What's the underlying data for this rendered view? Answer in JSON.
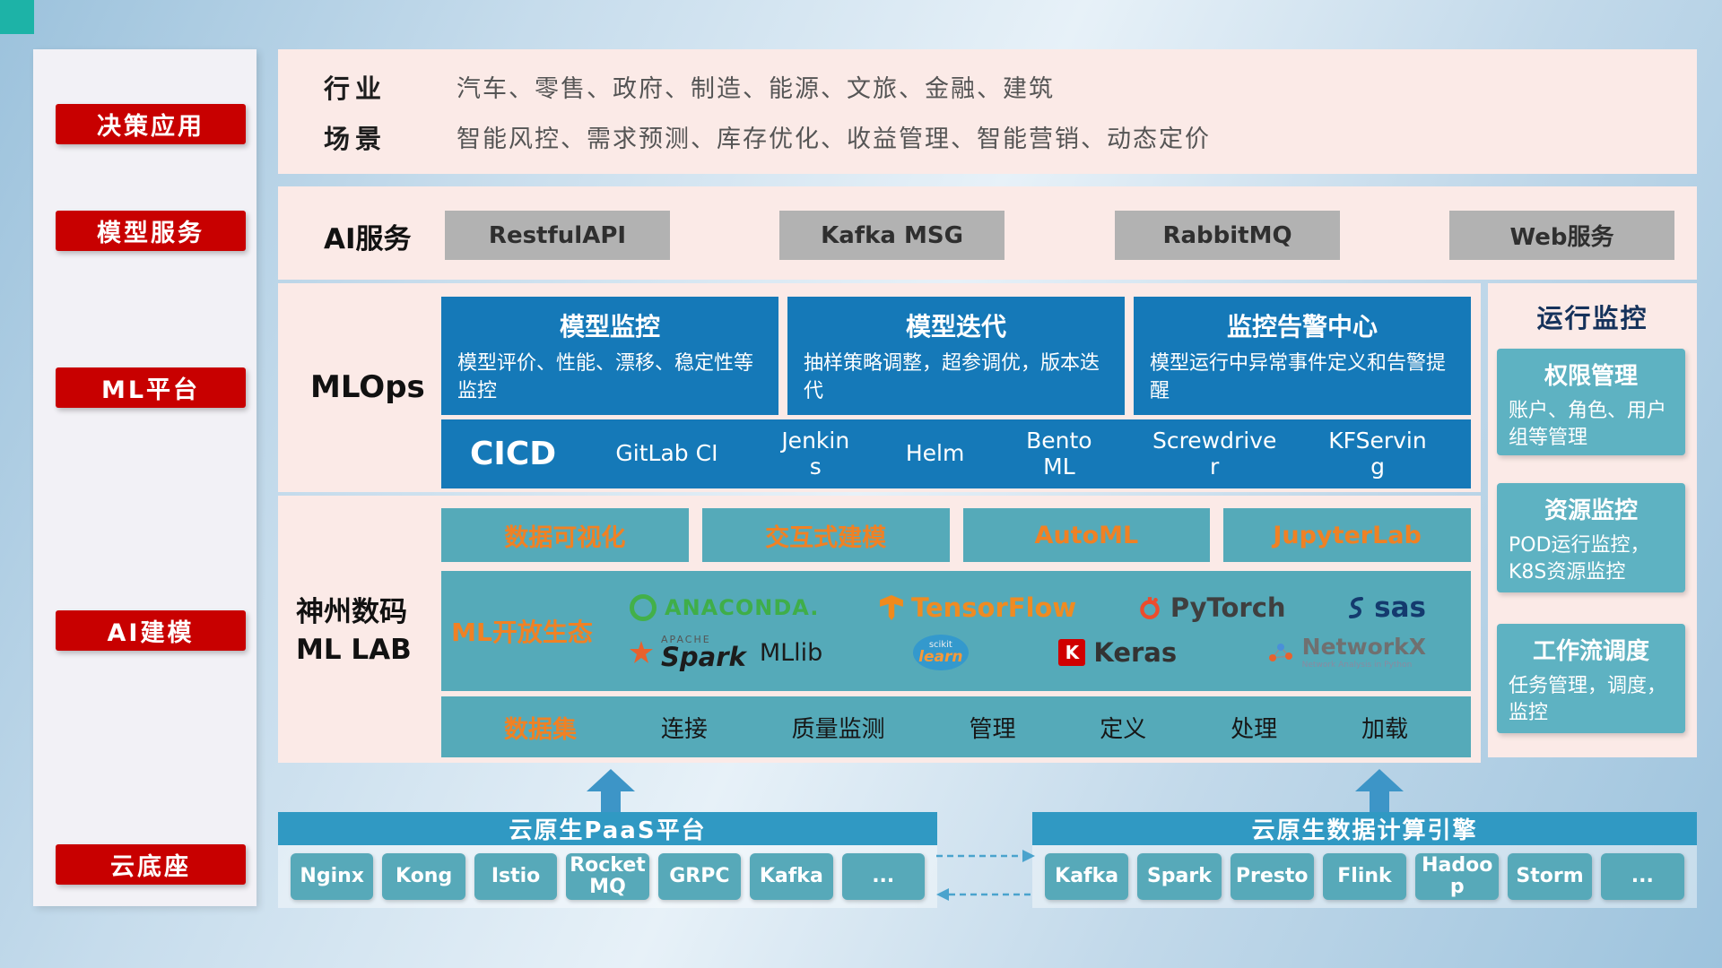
{
  "sidebar": {
    "items": [
      "决策应用",
      "模型服务",
      "ML平台",
      "AI建模",
      "云底座"
    ]
  },
  "industry": {
    "row1_label": "行业",
    "row1_text": "汽车、零售、政府、制造、能源、文旅、金融、建筑",
    "row2_label": "场景",
    "row2_text": "智能风控、需求预测、库存优化、收益管理、智能营销、动态定价"
  },
  "ai_service": {
    "label": "AI服务",
    "buttons": [
      "RestfulAPI",
      "Kafka MSG",
      "RabbitMQ",
      "Web服务"
    ]
  },
  "mlops": {
    "label": "MLOps",
    "cards": [
      {
        "title": "模型监控",
        "desc": "模型评价、性能、漂移、稳定性等监控"
      },
      {
        "title": "模型迭代",
        "desc": "抽样策略调整，超参调优，版本迭代"
      },
      {
        "title": "监控告警中心",
        "desc": "模型运行中异常事件定义和告警提醒"
      }
    ],
    "cicd_label": "CICD",
    "cicd_tools": [
      "GitLab CI",
      "Jenkins",
      "Helm",
      "BentoML",
      "Screwdriver",
      "KFServing"
    ]
  },
  "mllab": {
    "label_line1": "神州数码",
    "label_line2": "ML LAB",
    "features": [
      "数据可视化",
      "交互式建模",
      "AutoML",
      "JupyterLab"
    ],
    "eco_label": "ML开放生态",
    "logos": {
      "anaconda": "ANACONDA.",
      "tensorflow": "TensorFlow",
      "pytorch": "PyTorch",
      "sas": "sas",
      "spark_apache": "APACHE",
      "spark": "Spark",
      "mllib": "MLlib",
      "scikit_top": "scikit",
      "scikit_learn": "learn",
      "keras_k": "K",
      "keras": "Keras",
      "networkx": "NetworkX",
      "networkx_sub": "Network Analysis in Python"
    },
    "dataset_label": "数据集",
    "dataset_items": [
      "连接",
      "质量监测",
      "管理",
      "定义",
      "处理",
      "加载"
    ]
  },
  "monitor": {
    "title": "运行监控",
    "cards": [
      {
        "title": "权限管理",
        "desc": "账户、角色、用户组等管理"
      },
      {
        "title": "资源监控",
        "desc": "POD运行监控，K8S资源监控"
      },
      {
        "title": "工作流调度",
        "desc": "任务管理，调度，监控"
      }
    ]
  },
  "paas": {
    "title": "云原生PaaS平台",
    "buttons": [
      "Nginx",
      "Kong",
      "Istio",
      "RocketMQ",
      "GRPC",
      "Kafka",
      "..."
    ]
  },
  "engine": {
    "title": "云原生数据计算引擎",
    "buttons": [
      "Kafka",
      "Spark",
      "Presto",
      "Flink",
      "Hadoop",
      "Storm",
      "..."
    ]
  }
}
